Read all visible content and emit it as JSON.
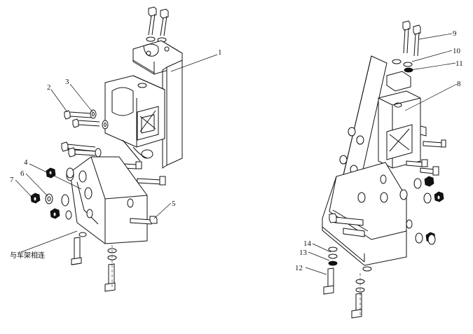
{
  "callouts": [
    {
      "id": "1",
      "text": "1"
    },
    {
      "id": "2",
      "text": "2"
    },
    {
      "id": "3",
      "text": "3"
    },
    {
      "id": "4",
      "text": "4"
    },
    {
      "id": "5",
      "text": "5"
    },
    {
      "id": "6",
      "text": "6"
    },
    {
      "id": "7",
      "text": "7"
    },
    {
      "id": "8",
      "text": "8"
    },
    {
      "id": "9",
      "text": "9"
    },
    {
      "id": "10",
      "text": "10"
    },
    {
      "id": "11",
      "text": "11"
    },
    {
      "id": "12",
      "text": "12"
    },
    {
      "id": "13",
      "text": "13"
    },
    {
      "id": "14",
      "text": "14"
    }
  ],
  "annotations": {
    "frame_connection": "与车架相连"
  }
}
